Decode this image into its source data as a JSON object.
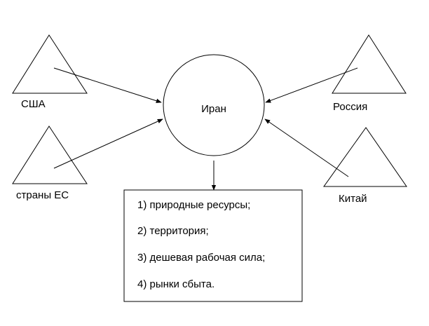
{
  "center": {
    "label": "Иран"
  },
  "actors": [
    {
      "id": "usa",
      "label": "США"
    },
    {
      "id": "eu",
      "label": "страны ЕС"
    },
    {
      "id": "russia",
      "label": "Россия"
    },
    {
      "id": "china",
      "label": "Китай"
    }
  ],
  "list": {
    "items": [
      "1) природные ресурсы;",
      "2) территория;",
      "3) дешевая рабочая сила;",
      "4) рынки сбыта."
    ]
  },
  "colors": {
    "stroke": "#000000",
    "background": "#ffffff"
  }
}
